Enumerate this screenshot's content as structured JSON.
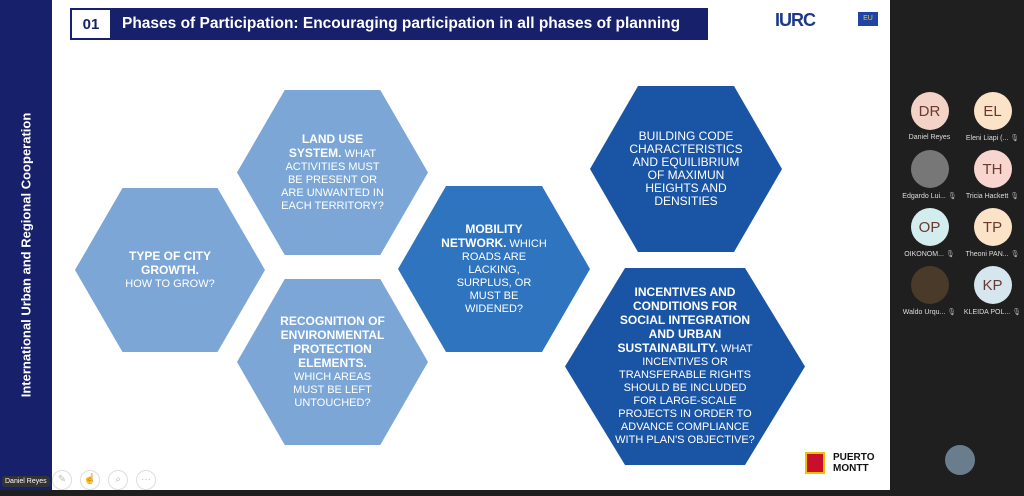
{
  "slide": {
    "number": "01",
    "title": "Phases of Participation: Encouraging participation in all phases of planning",
    "side_text": "International Urban and Regional Cooperation",
    "logo": "IURC",
    "eu_label": "EU",
    "hexagons": [
      {
        "bold": "TYPE OF CITY GROWTH.",
        "text": "HOW TO GROW?"
      },
      {
        "bold": "LAND USE SYSTEM.",
        "text": "WHAT ACTIVITIES MUST BE PRESENT OR ARE UNWANTED IN EACH TERRITORY?"
      },
      {
        "bold": "RECOGNITION OF ENVIRONMENTAL PROTECTION ELEMENTS.",
        "text": "WHICH AREAS MUST BE LEFT UNTOUCHED?"
      },
      {
        "bold": "MOBILITY NETWORK.",
        "text": "WHICH ROADS ARE LACKING, SURPLUS, OR MUST BE WIDENED?"
      },
      {
        "bold": "",
        "text": "BUILDING CODE CHARACTERISTICS AND EQUILIBRIUM OF MAXIMUN HEIGHTS AND DENSITIES"
      },
      {
        "bold": "INCENTIVES AND CONDITIONS FOR SOCIAL INTEGRATION AND URBAN SUSTAINABILITY.",
        "text": "WHAT INCENTIVES OR TRANSFERABLE RIGHTS SHOULD BE INCLUDED FOR LARGE-SCALE PROJECTS IN ORDER TO ADVANCE COMPLIANCE WITH PLAN'S OBJECTIVE?"
      }
    ],
    "city_logo": "PUERTO MONTT"
  },
  "presenter": "Daniel Reyes",
  "participants": [
    {
      "initials": "DR",
      "name": "Daniel Reyes",
      "color": "#f3d3c8",
      "muted": false
    },
    {
      "initials": "EL",
      "name": "Eleni Liapi (...",
      "color": "#fbe3c8",
      "muted": true
    },
    {
      "initials": "",
      "name": "Edgardo Lui...",
      "color": "#777777",
      "muted": true
    },
    {
      "initials": "TH",
      "name": "Tricia Hackett",
      "color": "#f8d5cf",
      "muted": true
    },
    {
      "initials": "OP",
      "name": "OIKONOM...",
      "color": "#d3ecee",
      "muted": true
    },
    {
      "initials": "TP",
      "name": "Theoni PAN...",
      "color": "#fbe3c8",
      "muted": true
    },
    {
      "initials": "",
      "name": "Waldo Urqu...",
      "color": "#4a3a2a",
      "muted": true
    },
    {
      "initials": "KP",
      "name": "KLEIDA POL...",
      "color": "#d6e6ee",
      "muted": true
    }
  ]
}
